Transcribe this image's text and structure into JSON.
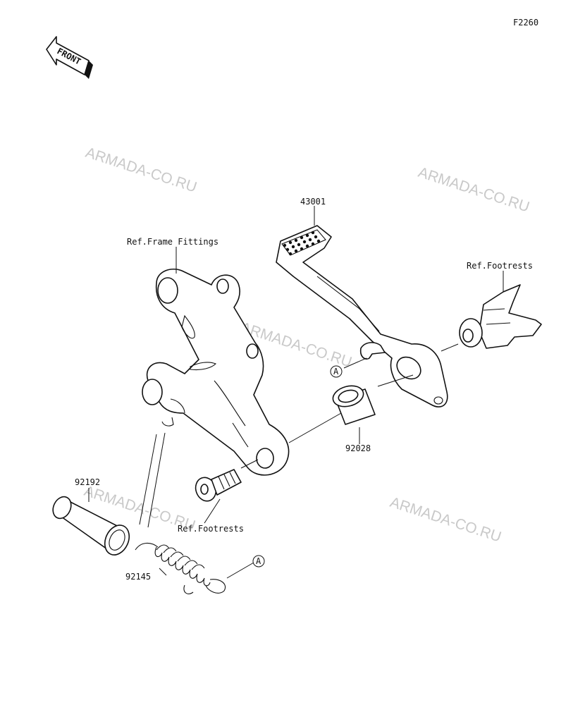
{
  "figure_code": "F2260",
  "front_arrow_text": "FRONT",
  "watermark": "ARMADA-CO.RU",
  "callouts": {
    "ref_frame_fittings": "Ref.Frame Fittings",
    "ref_footrests_upper": "Ref.Footrests",
    "ref_footrests_lower": "Ref.Footrests",
    "part_43001": "43001",
    "part_92028": "92028",
    "part_92192": "92192",
    "part_92145": "92145",
    "marker_a_upper": "A",
    "marker_a_lower": "A"
  }
}
